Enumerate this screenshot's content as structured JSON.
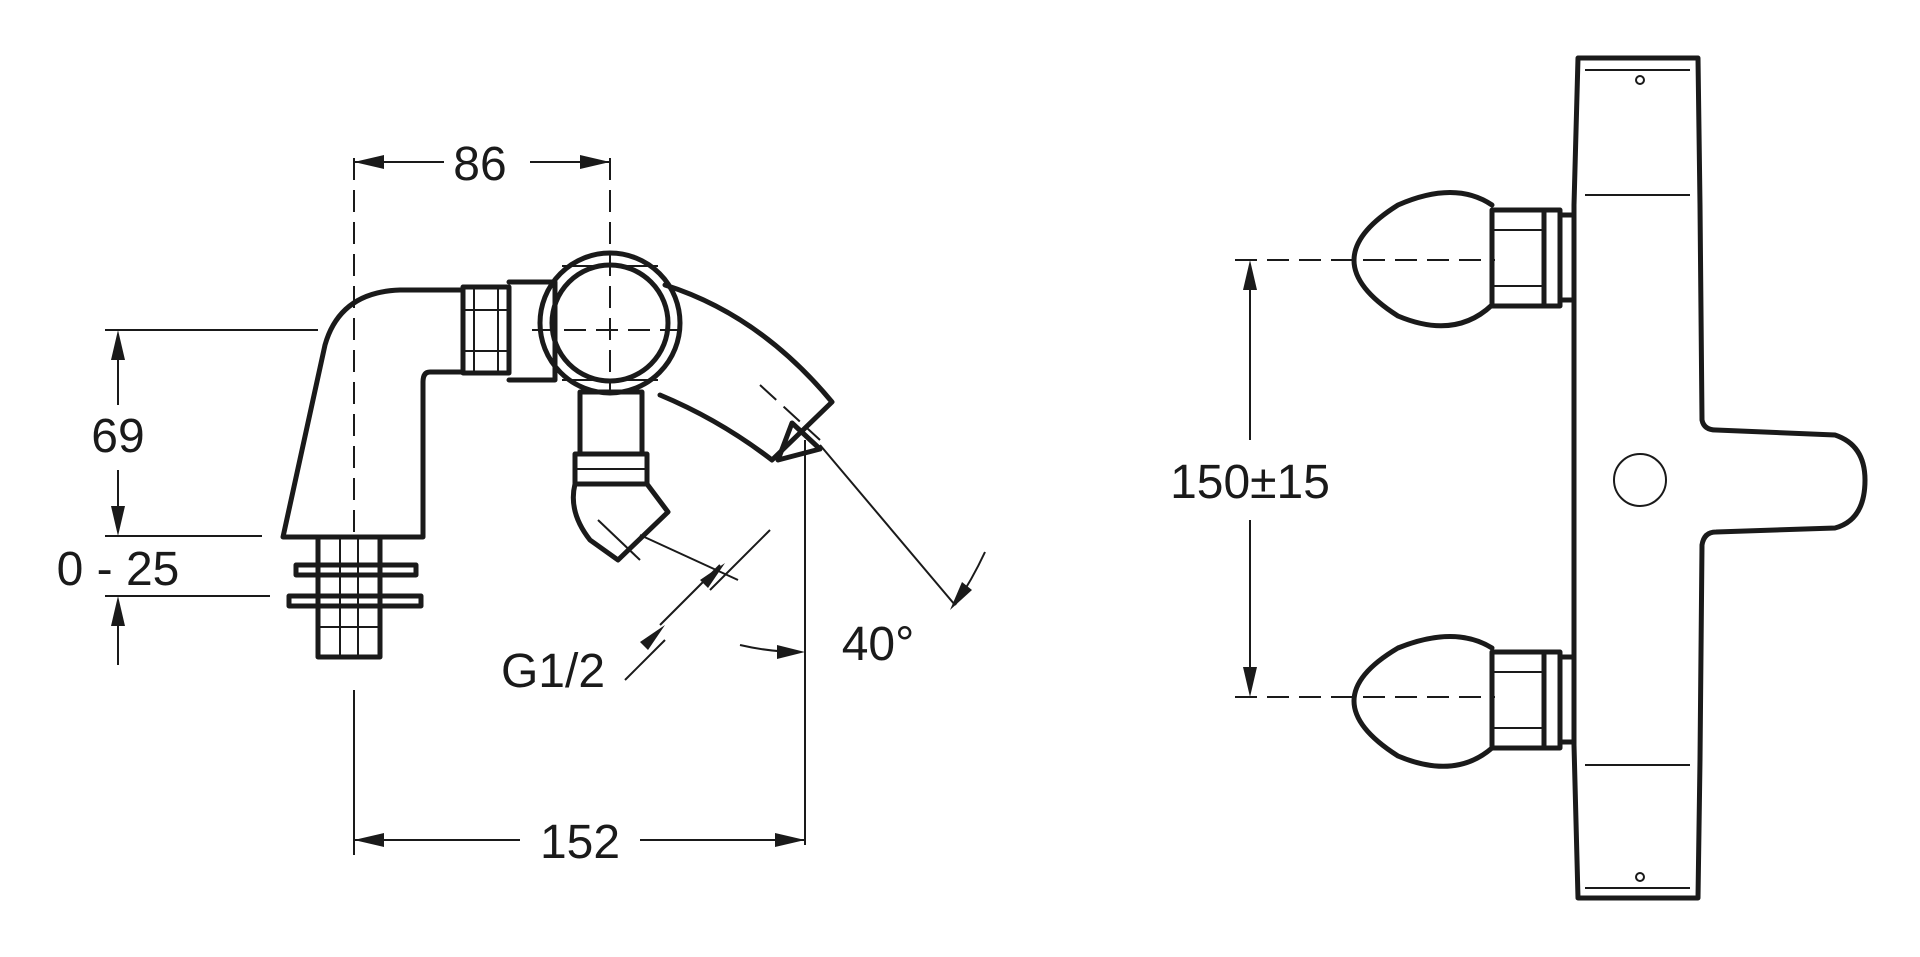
{
  "dimensions": {
    "width_86": "86",
    "height_69": "69",
    "range_0_25": "0 - 25",
    "thread_g12": "G1/2",
    "angle_40": "40°",
    "length_152": "152",
    "centers_150": "150±15"
  },
  "colors": {
    "ink": "#1a1a1a",
    "background": "#ffffff"
  }
}
